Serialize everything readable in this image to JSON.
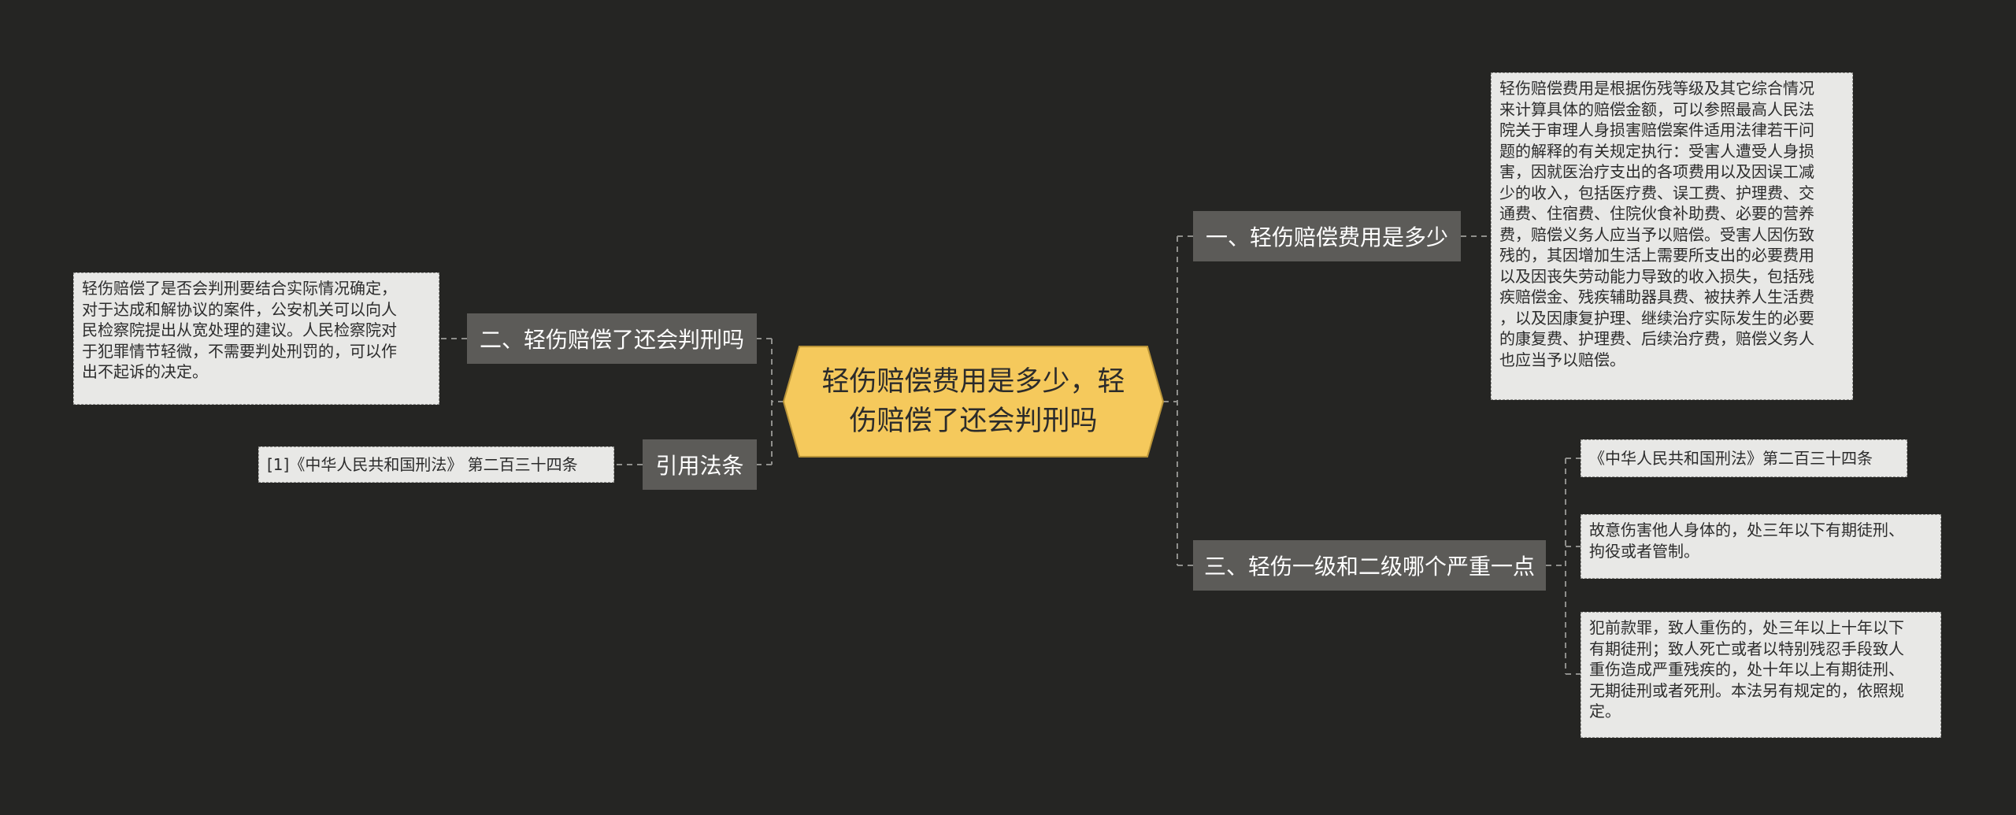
{
  "colors": {
    "background": "#252523",
    "center_fill": "#f5c95c",
    "center_stroke": "#b99439",
    "branch_fill": "#5c5b58",
    "leaf_fill": "#e8e8e6",
    "connector": "#8f8f8c"
  },
  "center": {
    "text": "轻伤赔偿费用是多少，轻伤赔偿了还会判刑吗"
  },
  "branches": {
    "one": {
      "label": "一、轻伤赔偿费用是多少",
      "leaves": [
        "轻伤赔偿费用是根据伤残等级及其它综合情况\n来计算具体的赔偿金额，可以参照最高人民法\n院关于审理人身损害赔偿案件适用法律若干问\n题的解释的有关规定执行：受害人遭受人身损\n害，因就医治疗支出的各项费用以及因误工减\n少的收入，包括医疗费、误工费、护理费、交\n通费、住宿费、住院伙食补助费、必要的营养\n费，赔偿义务人应当予以赔偿。受害人因伤致\n残的，其因增加生活上需要所支出的必要费用\n以及因丧失劳动能力导致的收入损失，包括残\n疾赔偿金、残疾辅助器具费、被扶养人生活费\n，以及因康复护理、继续治疗实际发生的必要\n的康复费、护理费、后续治疗费，赔偿义务人\n也应当予以赔偿。"
      ]
    },
    "two": {
      "label": "二、轻伤赔偿了还会判刑吗",
      "leaves": [
        "轻伤赔偿了是否会判刑要结合实际情况确定，\n对于达成和解协议的案件，公安机关可以向人\n民检察院提出从宽处理的建议。人民检察院对\n于犯罪情节轻微，不需要判处刑罚的，可以作\n出不起诉的决定。"
      ]
    },
    "three": {
      "label": "三、轻伤一级和二级哪个严重一点",
      "leaves": [
        "《中华人民共和国刑法》第二百三十四条",
        "故意伤害他人身体的，处三年以下有期徒刑、\n拘役或者管制。",
        "犯前款罪，致人重伤的，处三年以上十年以下\n有期徒刑；致人死亡或者以特别残忍手段致人\n重伤造成严重残疾的，处十年以上有期徒刑、\n无期徒刑或者死刑。本法另有规定的，依照规\n定。"
      ]
    },
    "cite": {
      "label": "引用法条",
      "leaves": [
        "[1]《中华人民共和国刑法》 第二百三十四条"
      ]
    }
  }
}
